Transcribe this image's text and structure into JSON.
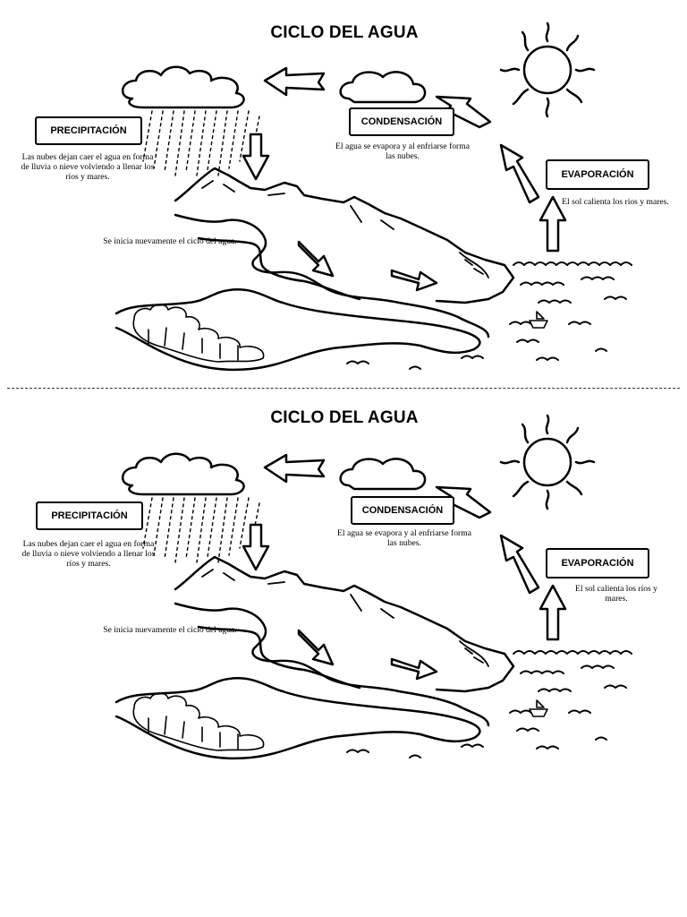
{
  "panels": [
    {
      "title": "CICLO DEL AGUA",
      "stages": {
        "precipitation": {
          "label": "PRECIPITACIÓN",
          "text": "Las nubes dejan caer el agua en forma de lluvia o nieve volviendo a llenar los ríos y mares."
        },
        "condensation": {
          "label": "CONDENSACIÓN",
          "text": "El agua se evapora y al enfriarse forma las nubes."
        },
        "evaporation": {
          "label": "EVAPORACIÓN",
          "text": "El sol calienta los ríos y mares."
        },
        "restart": {
          "text": "Se inicia nuevamente el ciclo del agua."
        }
      }
    },
    {
      "title": "CICLO DEL AGUA",
      "stages": {
        "precipitation": {
          "label": "PRECIPITACIÓN",
          "text": "Las nubes dejan caer el agua en forma de lluvia o nieve volviendo a llenar los ríos y mares."
        },
        "condensation": {
          "label": "CONDENSACIÓN",
          "text": "El agua se evapora y al enfriarse forma las nubes."
        },
        "evaporation": {
          "label": "EVAPORACIÓN",
          "text": "El sol calienta los ríos y mares."
        },
        "restart": {
          "text": "Se inicia nuevamente el ciclo del agua."
        }
      }
    }
  ]
}
